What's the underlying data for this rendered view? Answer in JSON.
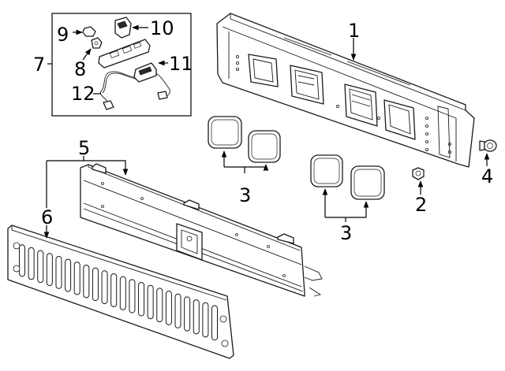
{
  "callouts": {
    "c1": "1",
    "c2": "2",
    "c3a": "3",
    "c3b": "3",
    "c4": "4",
    "c5": "5",
    "c6": "6",
    "c7": "7",
    "c8": "8",
    "c9": "9",
    "c10": "10",
    "c11": "11",
    "c12": "12"
  }
}
